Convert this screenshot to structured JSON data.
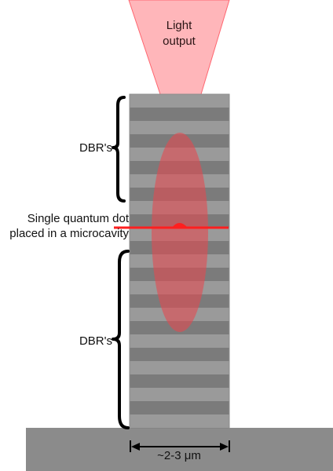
{
  "labels": {
    "light_output": [
      "Light",
      "output"
    ],
    "dbr_top": "DBR's",
    "quantum_dot": [
      "Single quantum dot",
      "placed in a microcavity"
    ],
    "dbr_bottom": "DBR's",
    "width": "~2-3 μm"
  },
  "colors": {
    "background": "#ffffff",
    "substrate": "#8b8b8b",
    "dbr_light": "#9a9a9a",
    "dbr_dark": "#7b7b7b",
    "cavity_mode": "#e7494f",
    "light_beam": "#ffb2b6",
    "dot_line": "#ff1f1f",
    "bracket": "#000000"
  },
  "icons": {
    "light_beam": "light-output-cone-icon",
    "quantum_dot": "quantum-dot-icon",
    "cavity_mode": "cavity-mode-ellipse-icon",
    "dimension_arrow": "double-arrow-icon"
  }
}
